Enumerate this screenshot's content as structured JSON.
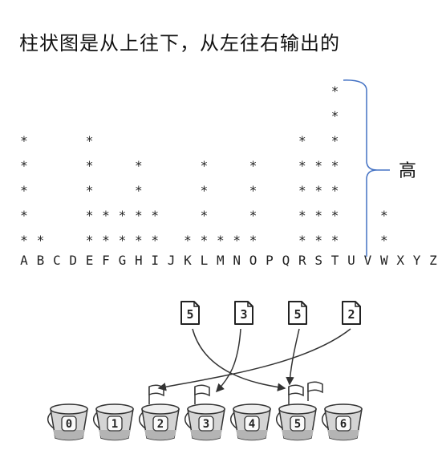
{
  "title": "柱状图是从上往下，从左往右输出的",
  "histogram": {
    "letters": [
      "A",
      "B",
      "C",
      "D",
      "E",
      "F",
      "G",
      "H",
      "I",
      "J",
      "K",
      "L",
      "M",
      "N",
      "O",
      "P",
      "Q",
      "R",
      "S",
      "T",
      "U",
      "V",
      "W",
      "X",
      "Y",
      "Z"
    ],
    "counts": [
      5,
      1,
      0,
      0,
      5,
      2,
      2,
      4,
      2,
      0,
      1,
      4,
      1,
      1,
      4,
      0,
      0,
      5,
      4,
      7,
      0,
      0,
      2,
      0,
      0,
      0
    ],
    "star_char": "*",
    "bracket_label": "高",
    "bracket_color": "#4472c4"
  },
  "buckets": {
    "labels": [
      "0",
      "1",
      "2",
      "3",
      "4",
      "5",
      "6"
    ],
    "cards": [
      "5",
      "3",
      "5",
      "2"
    ]
  }
}
